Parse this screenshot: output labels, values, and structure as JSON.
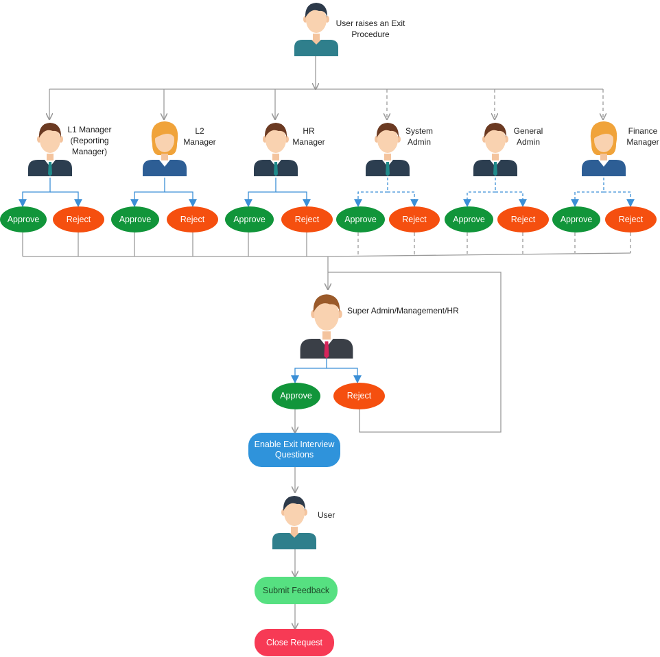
{
  "colors": {
    "approve": "#11953a",
    "reject": "#f54f0f",
    "enable": "#2f93db",
    "submit": "#56e081",
    "close": "#f73a55",
    "connector": "#9a9a9a",
    "branch": "#3b8fd6"
  },
  "start": {
    "label": "User raises an Exit\nProcedure",
    "icon": "user-teal-icon"
  },
  "approvers": [
    {
      "id": "l1",
      "label": "L1 Manager\n(Reporting\nManager)",
      "icon": "male-suit-icon",
      "required": true,
      "approve": "Approve",
      "reject": "Reject"
    },
    {
      "id": "l2",
      "label": "L2\nManager",
      "icon": "female-blue-suit-icon",
      "required": true,
      "approve": "Approve",
      "reject": "Reject"
    },
    {
      "id": "hr",
      "label": "HR\nManager",
      "icon": "male-suit-icon",
      "required": true,
      "approve": "Approve",
      "reject": "Reject"
    },
    {
      "id": "sysadmin",
      "label": "System\nAdmin",
      "icon": "male-suit-icon",
      "required": false,
      "approve": "Approve",
      "reject": "Reject"
    },
    {
      "id": "genadmin",
      "label": "General\nAdmin",
      "icon": "male-suit-icon",
      "required": false,
      "approve": "Approve",
      "reject": "Reject"
    },
    {
      "id": "finance",
      "label": "Finance\nManager",
      "icon": "female-blue-suit-icon",
      "required": false,
      "approve": "Approve",
      "reject": "Reject"
    }
  ],
  "super": {
    "label": "Super Admin/Management/HR",
    "icon": "executive-icon",
    "approve": "Approve",
    "reject": "Reject"
  },
  "enable_interview": "Enable Exit Interview\nQuestions",
  "user": {
    "label": "User",
    "icon": "user-teal-icon"
  },
  "submit_feedback": "Submit Feedback",
  "close_request": "Close Request"
}
